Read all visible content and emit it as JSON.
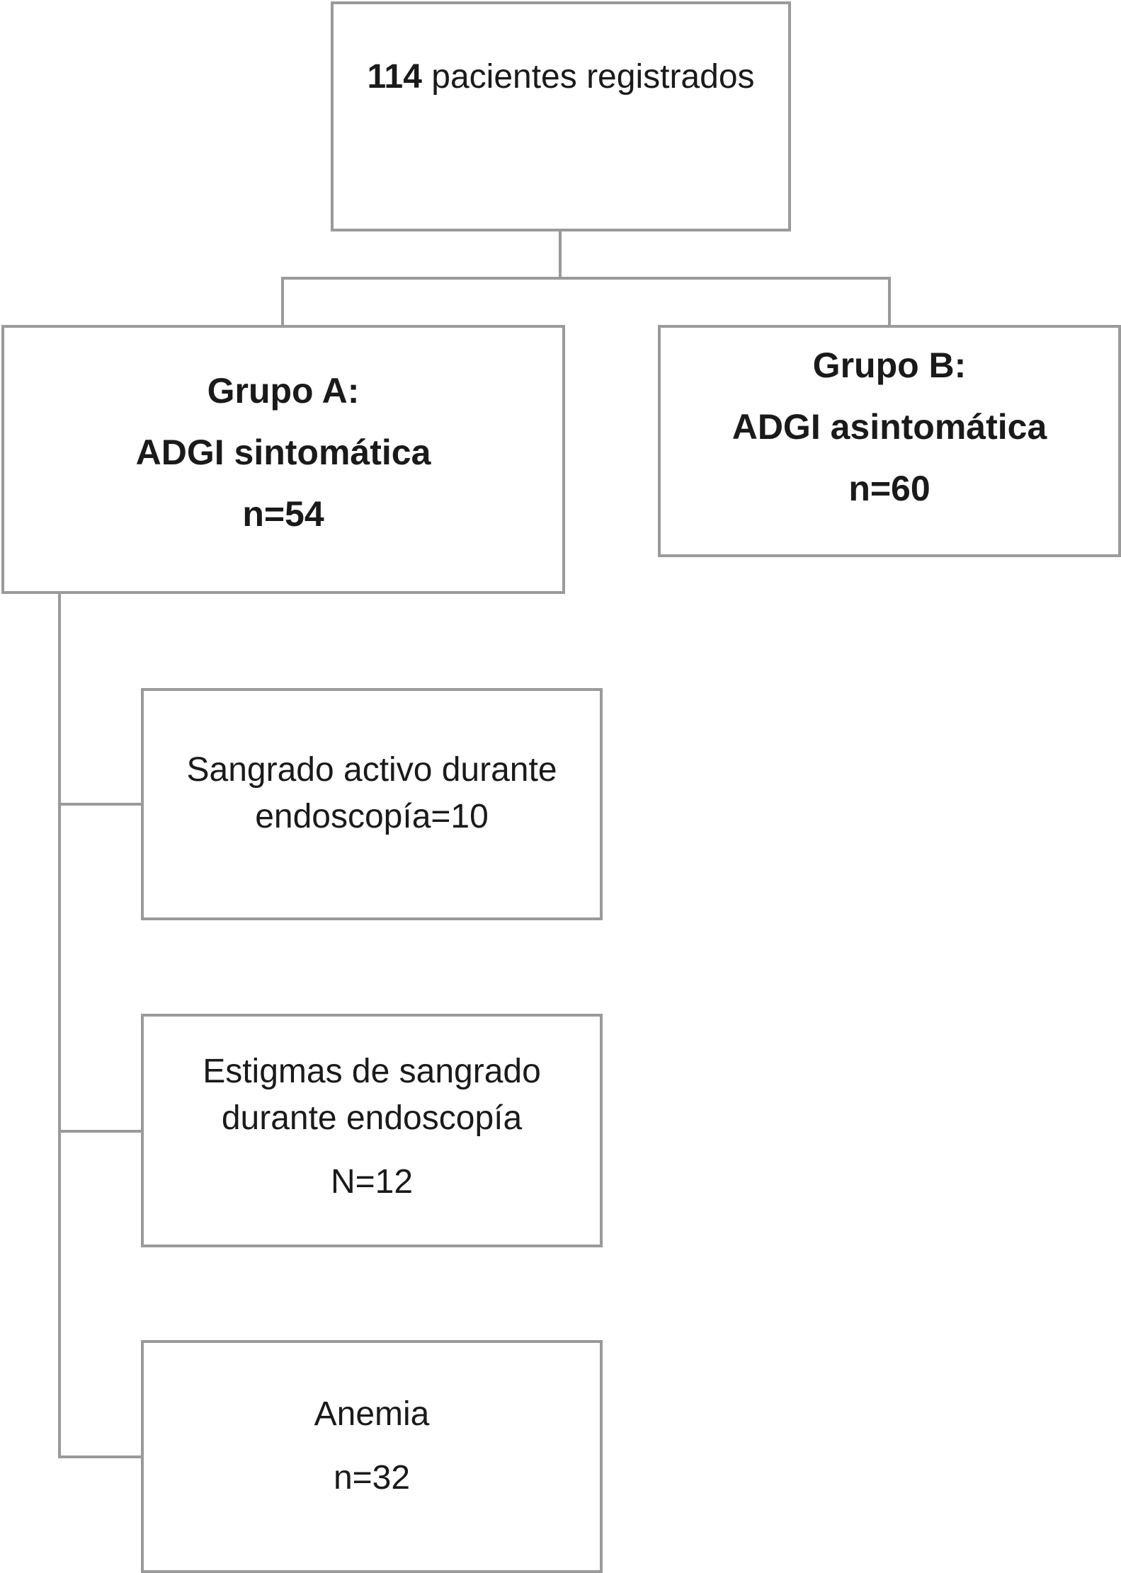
{
  "total": {
    "count": "114",
    "label": " pacientes registrados"
  },
  "group_a": {
    "title": "Grupo A:",
    "name": "ADGI sintomática",
    "n": "n=54"
  },
  "group_b": {
    "title": "Grupo B:",
    "name": "ADGI asintomática",
    "n": "n=60"
  },
  "subgroups": [
    {
      "line1": "Sangrado activo durante",
      "line2": "endoscopía=10"
    },
    {
      "line1": "Estigmas de sangrado",
      "line2": "durante endoscopía",
      "n": "N=12"
    },
    {
      "line1": "Anemia",
      "n": "n=32"
    }
  ]
}
